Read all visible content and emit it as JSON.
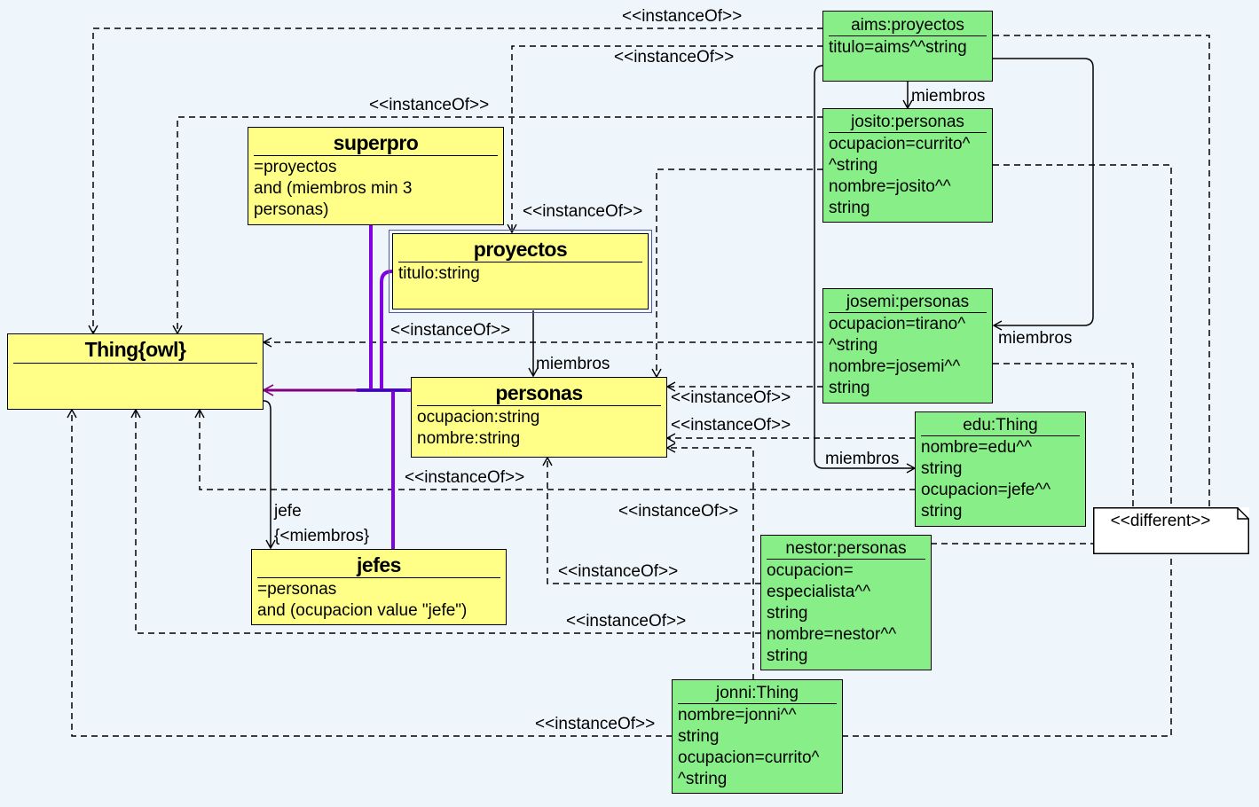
{
  "diagram": {
    "classes": {
      "thing": {
        "title": "Thing{owl}",
        "lines": []
      },
      "superpro": {
        "title": "superpro",
        "lines": [
          "=proyectos",
          " and (miembros min 3",
          "personas)"
        ]
      },
      "proyectos": {
        "title": "proyectos",
        "lines": [
          "titulo:string"
        ]
      },
      "personas": {
        "title": "personas",
        "lines": [
          "ocupacion:string",
          "nombre:string"
        ]
      },
      "jefes": {
        "title": "jefes",
        "lines": [
          "=personas",
          " and (ocupacion value \"jefe\")"
        ]
      }
    },
    "individuals": {
      "aims": {
        "title": "aims:proyectos",
        "lines": [
          "titulo=aims^^string"
        ]
      },
      "josito": {
        "title": "josito:personas",
        "lines": [
          "ocupacion=currito^",
          "^string",
          "nombre=josito^^",
          "string"
        ]
      },
      "josemi": {
        "title": "josemi:personas",
        "lines": [
          "ocupacion=tirano^",
          "^string",
          "nombre=josemi^^",
          "string"
        ]
      },
      "edu": {
        "title": "edu:Thing",
        "lines": [
          "nombre=edu^^",
          "string",
          "ocupacion=jefe^^",
          "string"
        ]
      },
      "nestor": {
        "title": "nestor:personas",
        "lines": [
          "ocupacion=",
          "especialista^^",
          "string",
          "nombre=nestor^^",
          "string"
        ]
      },
      "jonni": {
        "title": "jonni:Thing",
        "lines": [
          "nombre=jonni^^",
          "string",
          "ocupacion=currito^",
          "^string"
        ]
      }
    },
    "note": {
      "label": "<<different>>"
    },
    "labels": {
      "instanceof_1": "<<instanceOf>>",
      "instanceof_2": "<<instanceOf>>",
      "instanceof_3": "<<instanceOf>>",
      "instanceof_4": "<<instanceOf>>",
      "instanceof_5": "<<instanceOf>>",
      "instanceof_6": "<<instanceOf>>",
      "instanceof_7": "<<instanceOf>>",
      "instanceof_8": "<<instanceOf>>",
      "instanceof_9": "<<instanceOf>>",
      "instanceof_10": "<<instanceOf>>",
      "instanceof_11": "<<instanceOf>>",
      "instanceof_12": "<<instanceOf>>",
      "miembros_1": "miembros",
      "miembros_2": "miembros",
      "miembros_3": "miembros",
      "miembros_4": "miembros",
      "jefe": "jefe",
      "jefe_sub": "{<miembros}"
    },
    "colors": {
      "background": "#eef6fc",
      "class_fill": "#ffff88",
      "individual_fill": "#88ee88",
      "subclass_line": "#8000e0",
      "subclass_link": "#800080"
    }
  }
}
